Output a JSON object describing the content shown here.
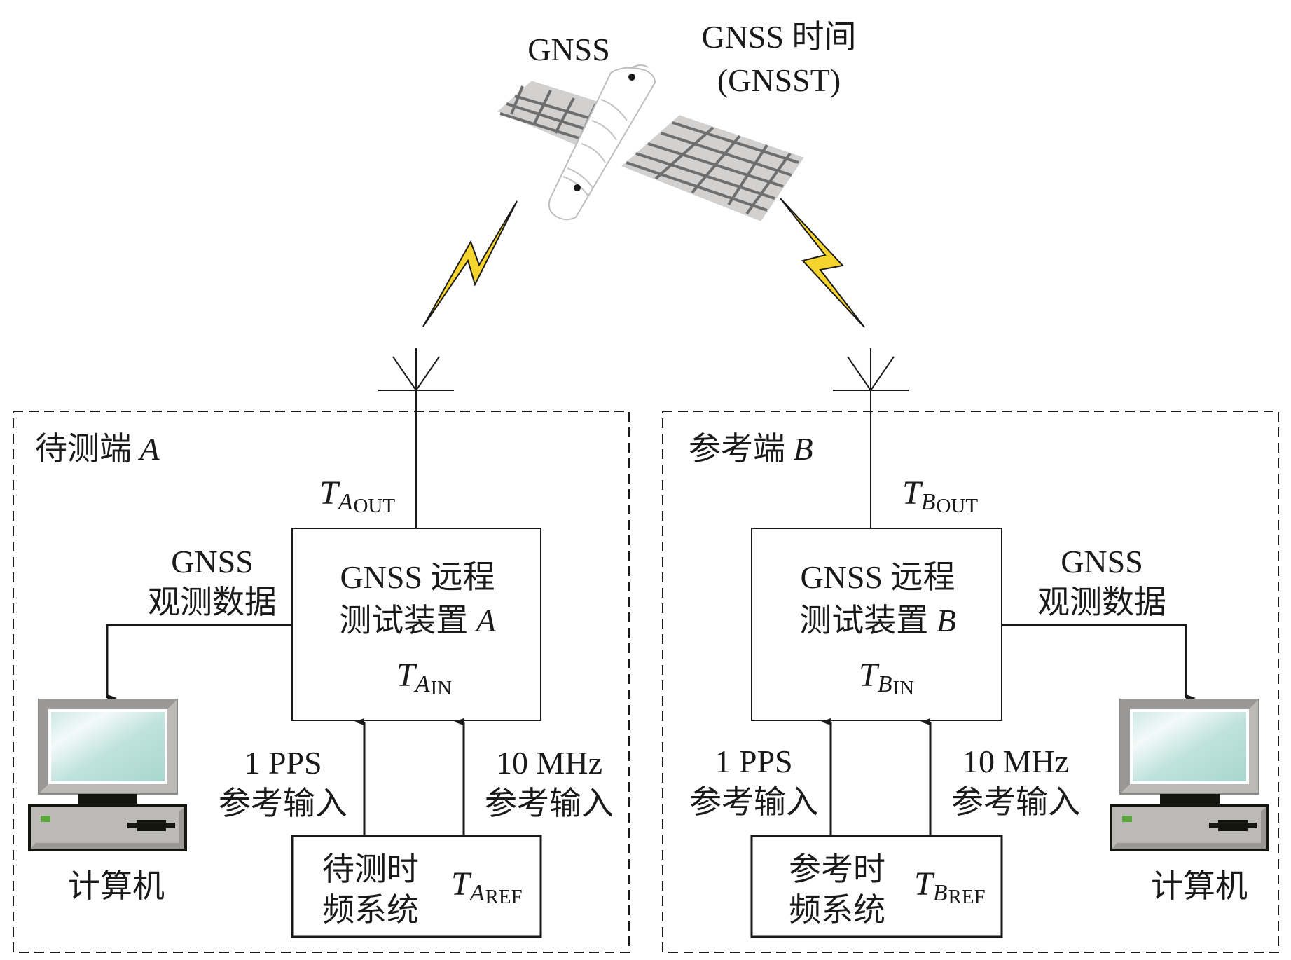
{
  "satellite": {
    "name_label": "GNSS",
    "time_label_line1": "GNSS 时间",
    "time_label_line2": "(GNSST)"
  },
  "colors": {
    "line": "#1a1a1a",
    "panel_fill": "#d2d1d0",
    "panel_grid": "#6e6e6e",
    "bolt_fill": "#f5d42e",
    "screen": "#a9d8d0",
    "case": "#bcbab7",
    "led": "#5aa53c"
  },
  "side_a": {
    "title": "待测端",
    "title_var": "A",
    "t_out": {
      "var": "T",
      "sub_var": "A",
      "sub": "OUT"
    },
    "device": {
      "line1": "GNSS 远程",
      "line2": "测试装置",
      "line2_var": "A",
      "t_in": {
        "var": "T",
        "sub_var": "A",
        "sub": "IN"
      }
    },
    "obs_label_line1": "GNSS",
    "obs_label_line2": "观测数据",
    "pps_label_line1": "1 PPS",
    "pps_label_line2": "参考输入",
    "mhz_label_line1": "10 MHz",
    "mhz_label_line2": "参考输入",
    "ref_system": {
      "line1": "待测时",
      "line2": "频系统",
      "t_ref": {
        "var": "T",
        "sub_var": "A",
        "sub": "REF"
      }
    },
    "computer_label": "计算机"
  },
  "side_b": {
    "title": "参考端",
    "title_var": "B",
    "t_out": {
      "var": "T",
      "sub_var": "B",
      "sub": "OUT"
    },
    "device": {
      "line1": "GNSS 远程",
      "line2": "测试装置",
      "line2_var": "B",
      "t_in": {
        "var": "T",
        "sub_var": "B",
        "sub": "IN"
      }
    },
    "obs_label_line1": "GNSS",
    "obs_label_line2": "观测数据",
    "pps_label_line1": "1 PPS",
    "pps_label_line2": "参考输入",
    "mhz_label_line1": "10 MHz",
    "mhz_label_line2": "参考输入",
    "ref_system": {
      "line1": "参考时",
      "line2": "频系统",
      "t_ref": {
        "var": "T",
        "sub_var": "B",
        "sub": "REF"
      }
    },
    "computer_label": "计算机"
  }
}
